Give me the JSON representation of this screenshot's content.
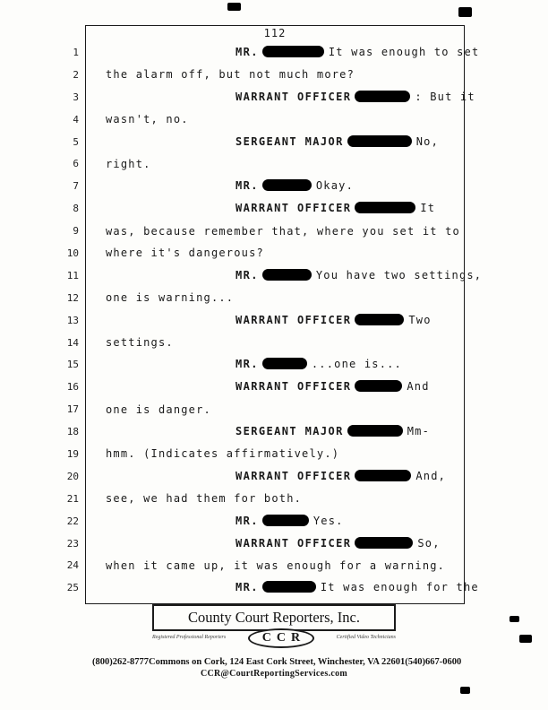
{
  "page": {
    "number": "112"
  },
  "colors": {
    "ink": "#191919",
    "redaction": "#000000",
    "paper": "#fdfdfb"
  },
  "lines": [
    {
      "num": "1",
      "indent": true,
      "segments": [
        {
          "text": "MR.",
          "bold": true
        },
        {
          "redact": 69
        },
        {
          "text": "It was enough to set"
        }
      ]
    },
    {
      "num": "2",
      "indent": false,
      "segments": [
        {
          "text": "the alarm off, but not much more?"
        }
      ]
    },
    {
      "num": "3",
      "indent": true,
      "segments": [
        {
          "text": "WARRANT OFFICER",
          "bold": true
        },
        {
          "redact": 62
        },
        {
          "text": ": But it"
        }
      ]
    },
    {
      "num": "4",
      "indent": false,
      "segments": [
        {
          "text": "wasn't, no."
        }
      ]
    },
    {
      "num": "5",
      "indent": true,
      "segments": [
        {
          "text": "SERGEANT MAJOR",
          "bold": true
        },
        {
          "redact": 72
        },
        {
          "text": "No,"
        }
      ]
    },
    {
      "num": "6",
      "indent": false,
      "segments": [
        {
          "text": "right."
        }
      ]
    },
    {
      "num": "7",
      "indent": true,
      "segments": [
        {
          "text": "MR.",
          "bold": true
        },
        {
          "redact": 55
        },
        {
          "text": "Okay."
        }
      ]
    },
    {
      "num": "8",
      "indent": true,
      "segments": [
        {
          "text": "WARRANT OFFICER",
          "bold": true
        },
        {
          "redact": 68
        },
        {
          "text": "It"
        }
      ]
    },
    {
      "num": "9",
      "indent": false,
      "segments": [
        {
          "text": "was, because remember that, where you set it to"
        }
      ]
    },
    {
      "num": "10",
      "indent": false,
      "segments": [
        {
          "text": "where it's dangerous?"
        }
      ]
    },
    {
      "num": "11",
      "indent": true,
      "segments": [
        {
          "text": "MR.",
          "bold": true
        },
        {
          "redact": 55
        },
        {
          "text": "You have two settings,"
        }
      ]
    },
    {
      "num": "12",
      "indent": false,
      "segments": [
        {
          "text": "one is warning..."
        }
      ]
    },
    {
      "num": "13",
      "indent": true,
      "segments": [
        {
          "text": "WARRANT OFFICER",
          "bold": true
        },
        {
          "redact": 55
        },
        {
          "text": "Two"
        }
      ]
    },
    {
      "num": "14",
      "indent": false,
      "segments": [
        {
          "text": "settings."
        }
      ]
    },
    {
      "num": "15",
      "indent": true,
      "segments": [
        {
          "text": "MR.",
          "bold": true
        },
        {
          "redact": 50
        },
        {
          "text": "...one is..."
        }
      ]
    },
    {
      "num": "16",
      "indent": true,
      "segments": [
        {
          "text": "WARRANT OFFICER",
          "bold": true
        },
        {
          "redact": 53
        },
        {
          "text": "And"
        }
      ]
    },
    {
      "num": "17",
      "indent": false,
      "segments": [
        {
          "text": "one is danger."
        }
      ]
    },
    {
      "num": "18",
      "indent": true,
      "segments": [
        {
          "text": "SERGEANT MAJOR",
          "bold": true
        },
        {
          "redact": 62
        },
        {
          "text": "Mm-"
        }
      ]
    },
    {
      "num": "19",
      "indent": false,
      "segments": [
        {
          "text": "hmm. (Indicates affirmatively.)"
        }
      ]
    },
    {
      "num": "20",
      "indent": true,
      "segments": [
        {
          "text": "WARRANT OFFICER",
          "bold": true
        },
        {
          "redact": 63
        },
        {
          "text": "And,"
        }
      ]
    },
    {
      "num": "21",
      "indent": false,
      "segments": [
        {
          "text": "see, we had them for both."
        }
      ]
    },
    {
      "num": "22",
      "indent": true,
      "segments": [
        {
          "text": "MR.",
          "bold": true
        },
        {
          "redact": 52
        },
        {
          "text": "Yes."
        }
      ]
    },
    {
      "num": "23",
      "indent": true,
      "segments": [
        {
          "text": "WARRANT OFFICER",
          "bold": true
        },
        {
          "redact": 65
        },
        {
          "text": "So,"
        }
      ]
    },
    {
      "num": "24",
      "indent": false,
      "segments": [
        {
          "text": "when it came up, it was enough for a warning."
        }
      ]
    },
    {
      "num": "25",
      "indent": true,
      "segments": [
        {
          "text": "MR.",
          "bold": true
        },
        {
          "redact": 60
        },
        {
          "text": "It was enough for the"
        }
      ]
    }
  ],
  "footer": {
    "company": "County Court Reporters, Inc.",
    "left_tagline": "Registered Professional Reporters",
    "right_tagline": "Certified Video Technicians",
    "logo": "CCR",
    "phone_left": "(800)262-8777",
    "address": "Commons on Cork, 124 East Cork Street, Winchester, VA  22601",
    "phone_right": "(540)667-0600",
    "email": "CCR@CourtReportingServices.com"
  }
}
